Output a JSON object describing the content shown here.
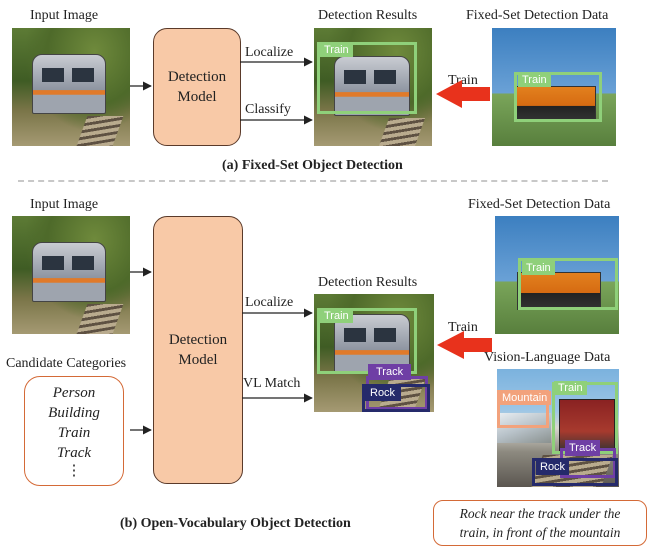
{
  "top": {
    "input_label": "Input Image",
    "model_label_line1": "Detection",
    "model_label_line2": "Model",
    "localize": "Localize",
    "classify": "Classify",
    "results_label": "Detection Results",
    "fixed_label": "Fixed-Set Detection Data",
    "train_arrow_label": "Train",
    "result_tag": "Train",
    "fixed_tag": "Train",
    "caption": "(a) Fixed-Set Object Detection"
  },
  "bottom": {
    "input_label": "Input Image",
    "candidate_label": "Candidate Categories",
    "candidates": [
      "Person",
      "Building",
      "Train",
      "Track",
      "⋮"
    ],
    "model_label_line1": "Detection",
    "model_label_line2": "Model",
    "localize": "Localize",
    "vl_match": "VL Match",
    "results_label": "Detection Results",
    "fixed_label": "Fixed-Set Detection Data",
    "vl_label": "Vision-Language Data",
    "train_arrow_label": "Train",
    "result_tags": {
      "train": "Train",
      "track": "Track",
      "rock": "Rock"
    },
    "fixed_tag": "Train",
    "vl_tags": {
      "mountain": "Mountain",
      "train": "Train",
      "track": "Track",
      "rock": "Rock"
    },
    "vl_text_line1": "Rock near the track  under the",
    "vl_text_line2": "train, in front of the mountain",
    "caption": "(b) Open-Vocabulary Object Detection"
  },
  "colors": {
    "model_fill": "#f8c9a7",
    "train_box": "#8fd07a",
    "track_box": "#6f3fa5",
    "rock_box": "#252a6b",
    "mountain_box": "#f2a27c",
    "big_arrow": "#e8321c"
  }
}
